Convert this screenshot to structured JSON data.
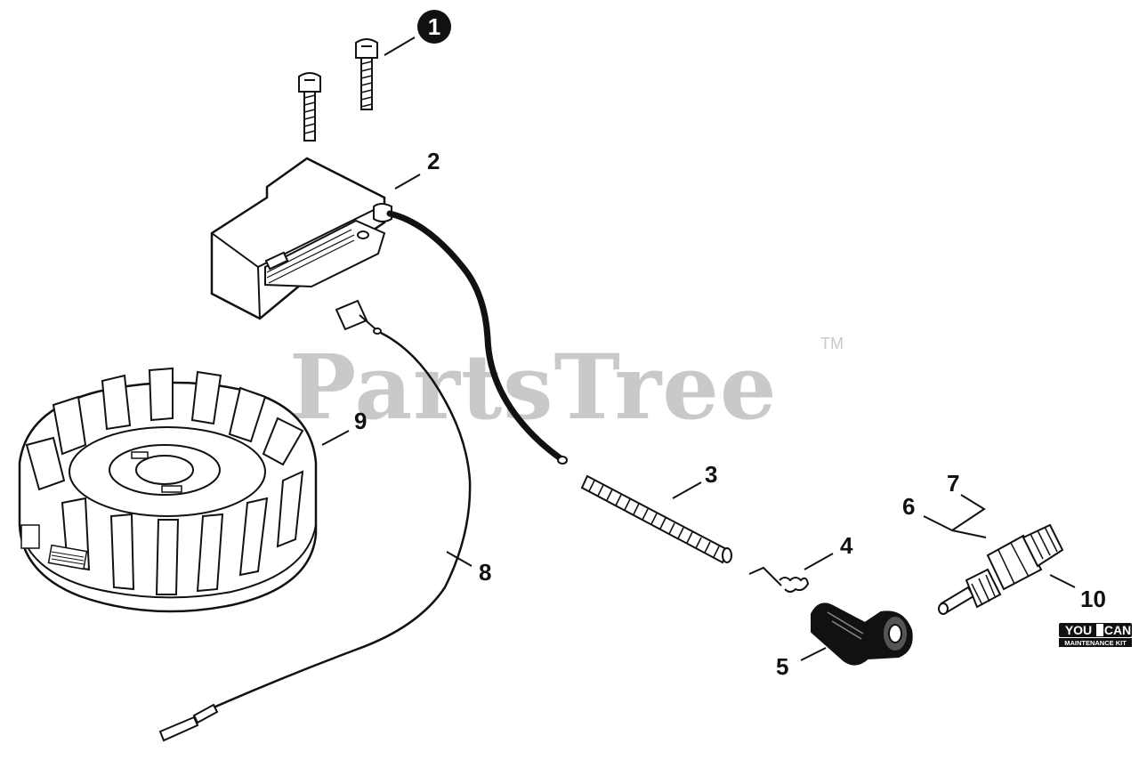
{
  "watermark": {
    "brand": "PartsTree",
    "trademark": "TM"
  },
  "callouts": {
    "c1": "1",
    "c2": "2",
    "c3": "3",
    "c4": "4",
    "c5": "5",
    "c6": "6",
    "c7": "7",
    "c8": "8",
    "c9": "9",
    "c10": "10"
  },
  "badge": {
    "top_left": "YOU",
    "top_right": "CAN",
    "bottom": "MAINTENANCE KIT"
  }
}
